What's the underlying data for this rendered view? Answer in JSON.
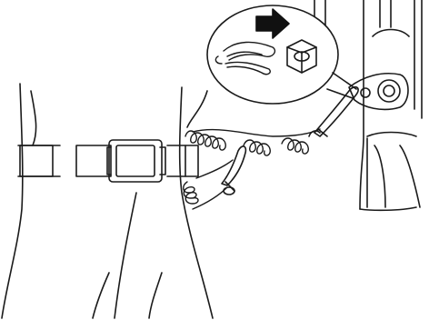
{
  "illustration": {
    "style": "black line drawing on white",
    "colors": {
      "line": "#1a1a1a",
      "background": "#ffffff",
      "arrow": "#111111"
    },
    "icons": [
      "right-arrow-icon",
      "hex-nut-icon",
      "wire-clip-icon"
    ],
    "parts": [
      "torso-outline",
      "belt",
      "belt-buckle",
      "coiled-lanyard",
      "snap-hook",
      "mounting-bracket",
      "handlebar-post",
      "magnified-callout"
    ]
  }
}
